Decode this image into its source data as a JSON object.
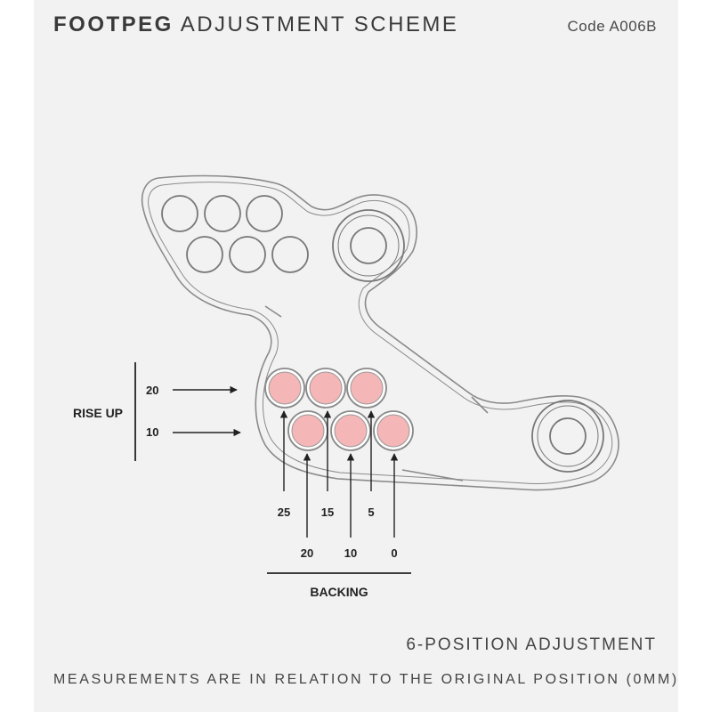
{
  "header": {
    "title_bold": "FOOTPEG",
    "title_rest": "ADJUSTMENT SCHEME",
    "code": "Code A006B"
  },
  "diagram": {
    "rise_label": "RISE UP",
    "rise_values": [
      "20",
      "10"
    ],
    "backing_label": "BACKING",
    "backing_top_row": [
      "25",
      "15",
      "5"
    ],
    "backing_bottom_row": [
      "20",
      "10",
      "0"
    ],
    "highlight_color": "#f4b6b6"
  },
  "footer": {
    "subtitle": "6-POSITION ADJUSTMENT",
    "note": "MEASUREMENTS ARE IN RELATION TO THE ORIGINAL POSITION (0MM)"
  }
}
